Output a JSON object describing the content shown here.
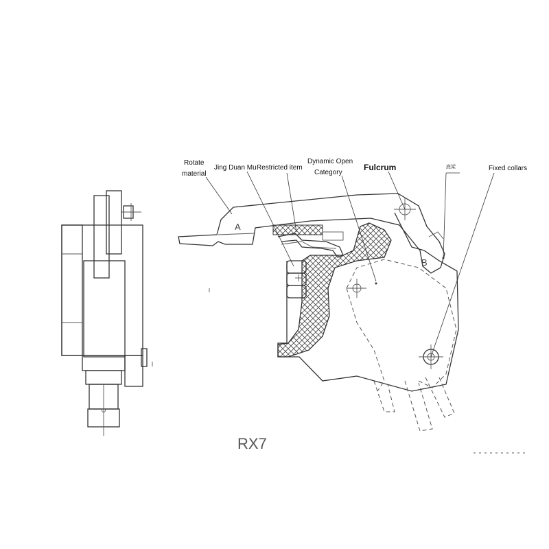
{
  "labels": {
    "rotate_material_line1": "Rotate",
    "rotate_material_line2": "material",
    "jing_duan_mu": "Jing Duan Mu",
    "restricted_item": "Restricted item",
    "dynamic_open_line1": "Dynamic Open",
    "dynamic_open_line2": "Category",
    "fulcrum": "Fulcrum",
    "chinese_label": "底架",
    "fixed_collars": "Fixed collars"
  },
  "parts": {
    "a": "A",
    "b": "B"
  },
  "title": "RX7"
}
